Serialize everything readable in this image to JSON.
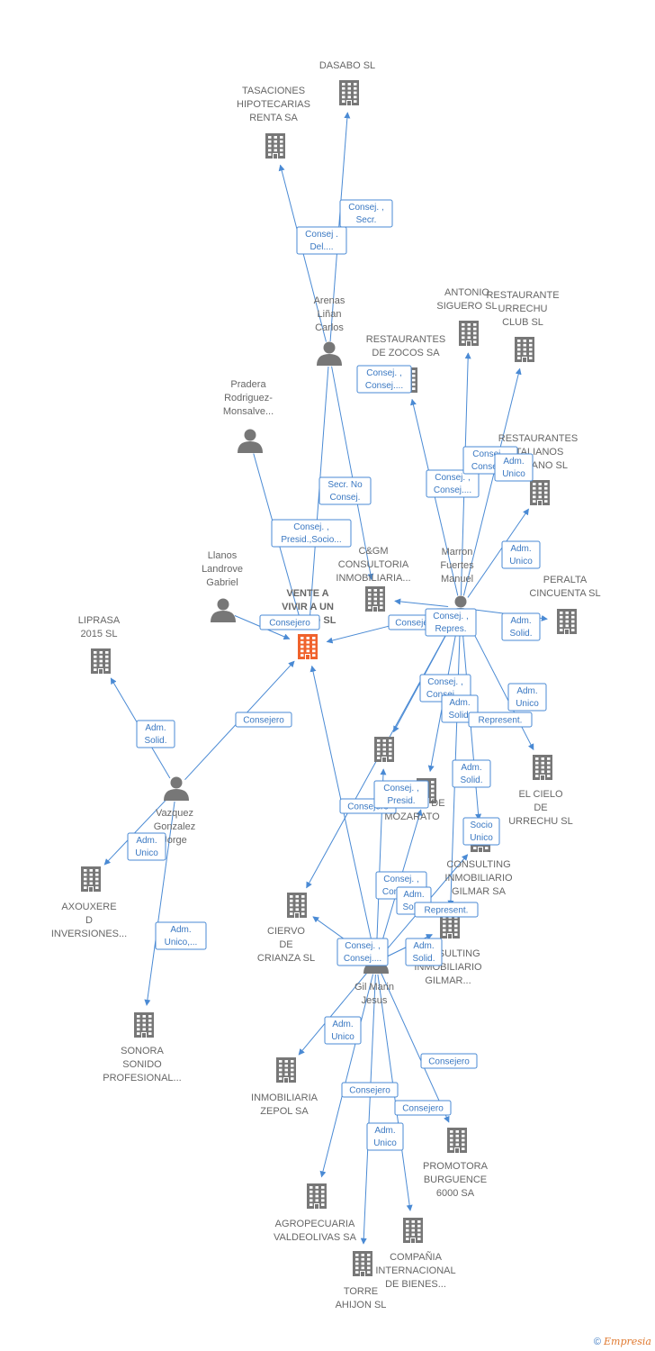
{
  "colors": {
    "edge": "#4a8ad4",
    "company": "#777777",
    "person": "#777777",
    "center": "#f0622c",
    "label": "#666666"
  },
  "footer": {
    "copyright": "©",
    "brand": "Empresia"
  },
  "nodes": [
    {
      "id": "center",
      "type": "center",
      "lines": [
        "VENTE A",
        "VIVIR A UN",
        "PUEBLO  SL"
      ]
    },
    {
      "id": "dasabo",
      "type": "company",
      "lines": [
        "DASABO SL"
      ]
    },
    {
      "id": "tasaciones",
      "type": "company",
      "lines": [
        "TASACIONES",
        "HIPOTECARIAS",
        "RENTA SA"
      ]
    },
    {
      "id": "arenas",
      "type": "person",
      "lines": [
        "Arenas",
        "Liñan",
        "Carlos"
      ]
    },
    {
      "id": "antonio",
      "type": "company",
      "lines": [
        "ANTONIO",
        "SIGUERO  SL"
      ]
    },
    {
      "id": "urrechu_club",
      "type": "company",
      "lines": [
        "RESTAURANTE",
        "URRECHU",
        "CLUB  SL"
      ]
    },
    {
      "id": "zocos",
      "type": "company",
      "lines": [
        "RESTAURANTES",
        "DE ZOCOS SA"
      ]
    },
    {
      "id": "pradera",
      "type": "person",
      "lines": [
        "Pradera",
        "Rodriguez-",
        "Monsalve..."
      ]
    },
    {
      "id": "italianos",
      "type": "company",
      "lines": [
        "RESTAURANTES",
        "ITALIANOS",
        "ROMANO  SL"
      ]
    },
    {
      "id": "cgm",
      "type": "company",
      "lines": [
        "C&GM",
        "CONSULTORIA",
        "INMOBILIARIA..."
      ]
    },
    {
      "id": "marron",
      "type": "person",
      "lines": [
        "Marron",
        "Fuertes",
        "Manuel"
      ]
    },
    {
      "id": "llanos",
      "type": "person",
      "lines": [
        "Llanos",
        "Landrove",
        "Gabriel"
      ]
    },
    {
      "id": "peralta",
      "type": "company",
      "lines": [
        "PERALTA",
        "CINCUENTA  SL"
      ]
    },
    {
      "id": "liprasa",
      "type": "company",
      "lines": [
        "LIPRASA",
        "2015  SL"
      ]
    },
    {
      "id": "el_cielo",
      "type": "company",
      "lines": [
        "EL CIELO",
        "DE",
        "URRECHU SL"
      ]
    },
    {
      "id": "unnamed_company",
      "type": "company",
      "lines": []
    },
    {
      "id": "constructivas",
      "type": "company",
      "lines": [
        "ES",
        "RUCTIVAS DE",
        "MOZARATO"
      ]
    },
    {
      "id": "vazquez",
      "type": "person",
      "lines": [
        "Vazquez",
        "Gonzalez",
        "Jorge"
      ]
    },
    {
      "id": "gilmar_sa",
      "type": "company",
      "lines": [
        "CONSULTING",
        "INMOBILIARIO",
        "GILMAR SA"
      ]
    },
    {
      "id": "axouxere",
      "type": "company",
      "lines": [
        "AXOUXERE",
        "D",
        "INVERSIONES..."
      ]
    },
    {
      "id": "ciervo",
      "type": "company",
      "lines": [
        "CIERVO",
        "DE",
        "CRIANZA SL"
      ]
    },
    {
      "id": "gilmar2",
      "type": "company",
      "lines": [
        "CONSULTING",
        "INMOBILIARIO",
        "GILMAR..."
      ]
    },
    {
      "id": "gil_marin",
      "type": "person",
      "lines": [
        "Gil Marin",
        "Jesus"
      ]
    },
    {
      "id": "sonora",
      "type": "company",
      "lines": [
        "SONORA",
        "SONIDO",
        "PROFESIONAL..."
      ]
    },
    {
      "id": "zepol",
      "type": "company",
      "lines": [
        "INMOBILIARIA",
        "ZEPOL SA"
      ]
    },
    {
      "id": "promotora",
      "type": "company",
      "lines": [
        "PROMOTORA",
        "BURGUENCE",
        "6000 SA"
      ]
    },
    {
      "id": "agropecuaria",
      "type": "company",
      "lines": [
        "AGROPECUARIA",
        "VALDEOLIVAS SA"
      ]
    },
    {
      "id": "compania",
      "type": "company",
      "lines": [
        "COMPAÑIA",
        "INTERNACIONAL",
        "DE BIENES..."
      ]
    },
    {
      "id": "torre",
      "type": "company",
      "lines": [
        "TORRE",
        "AHIJON SL"
      ]
    }
  ],
  "edges": [
    {
      "from": "arenas",
      "to": "dasabo",
      "lines": [
        "Consej. ,",
        "Secr."
      ]
    },
    {
      "from": "arenas",
      "to": "tasaciones",
      "lines": [
        "Consej .",
        "Del...."
      ]
    },
    {
      "from": "arenas",
      "to": "cgm",
      "lines": [
        "Consej. ,",
        "Consej...."
      ]
    },
    {
      "from": "arenas",
      "to": "center",
      "lines": [
        "Secr.  No",
        "Consej."
      ]
    },
    {
      "from": "pradera",
      "to": "center",
      "lines": [
        "Consej. ,",
        "Presid.,Socio..."
      ]
    },
    {
      "from": "llanos",
      "to": "center",
      "lines": [
        "Consejero"
      ]
    },
    {
      "from": "marron",
      "to": "zocos",
      "lines": [
        "Consej. ,",
        "Consej...."
      ]
    },
    {
      "from": "marron",
      "to": "antonio",
      "lines": [
        "Consej. ,",
        "Consej...."
      ]
    },
    {
      "from": "marron",
      "to": "urrechu_club",
      "lines": [
        "Adm.",
        "Unico"
      ]
    },
    {
      "from": "marron",
      "to": "italianos",
      "lines": [
        "Adm.",
        "Unico"
      ]
    },
    {
      "from": "marron",
      "to": "peralta",
      "lines": [
        "Adm.",
        "Solid."
      ]
    },
    {
      "from": "marron",
      "to": "center",
      "lines": [
        "Consejero"
      ]
    },
    {
      "from": "marron",
      "to": "cgm",
      "lines": [
        "Consej. ,",
        "Repres."
      ]
    },
    {
      "from": "marron",
      "to": "unnamed_company",
      "lines": [
        "Consej. ,",
        "Consej...."
      ]
    },
    {
      "from": "marron",
      "to": "constructivas",
      "lines": [
        "Adm.",
        "Solid."
      ]
    },
    {
      "from": "marron",
      "to": "el_cielo",
      "lines": [
        "Adm.",
        "Unico"
      ]
    },
    {
      "from": "marron",
      "to": "gilmar_sa",
      "lines": [
        "Represent."
      ]
    },
    {
      "from": "marron",
      "to": "gilmar2",
      "lines": [
        "Adm.",
        "Solid."
      ]
    },
    {
      "from": "marron",
      "to": "ciervo",
      "lines": [
        "Socio",
        "Unico"
      ]
    },
    {
      "from": "vazquez",
      "to": "liprasa",
      "lines": [
        "Adm.",
        "Solid."
      ]
    },
    {
      "from": "vazquez",
      "to": "center",
      "lines": [
        "Consejero"
      ]
    },
    {
      "from": "vazquez",
      "to": "axouxere",
      "lines": [
        "Adm.",
        "Unico"
      ]
    },
    {
      "from": "vazquez",
      "to": "sonora",
      "lines": [
        "Adm.",
        "Unico,..."
      ]
    },
    {
      "from": "gil_marin",
      "to": "center",
      "lines": [
        "Consejero"
      ]
    },
    {
      "from": "gil_marin",
      "to": "unnamed_company",
      "lines": [
        "Consej. ,",
        "Presid."
      ]
    },
    {
      "from": "gil_marin",
      "to": "constructivas",
      "lines": [
        "Consej. ,",
        "Consej...."
      ]
    },
    {
      "from": "gil_marin",
      "to": "gilmar_sa",
      "lines": [
        "Adm.",
        "Solid."
      ]
    },
    {
      "from": "gil_marin",
      "to": "gilmar2",
      "lines": [
        "Represent."
      ]
    },
    {
      "from": "gil_marin",
      "to": "ciervo",
      "lines": [
        "Consej. ,",
        "Consej...."
      ]
    },
    {
      "from": "gil_marin",
      "to": "gilmar2",
      "lines": [
        "Adm.",
        "Solid."
      ]
    },
    {
      "from": "gil_marin",
      "to": "zepol",
      "lines": [
        "Adm.",
        "Unico"
      ]
    },
    {
      "from": "gil_marin",
      "to": "agropecuaria",
      "lines": [
        "Consejero"
      ]
    },
    {
      "from": "gil_marin",
      "to": "promotora",
      "lines": [
        "Consejero"
      ]
    },
    {
      "from": "gil_marin",
      "to": "compania",
      "lines": [
        "Consejero"
      ]
    },
    {
      "from": "gil_marin",
      "to": "torre",
      "lines": [
        "Adm.",
        "Unico"
      ]
    }
  ]
}
